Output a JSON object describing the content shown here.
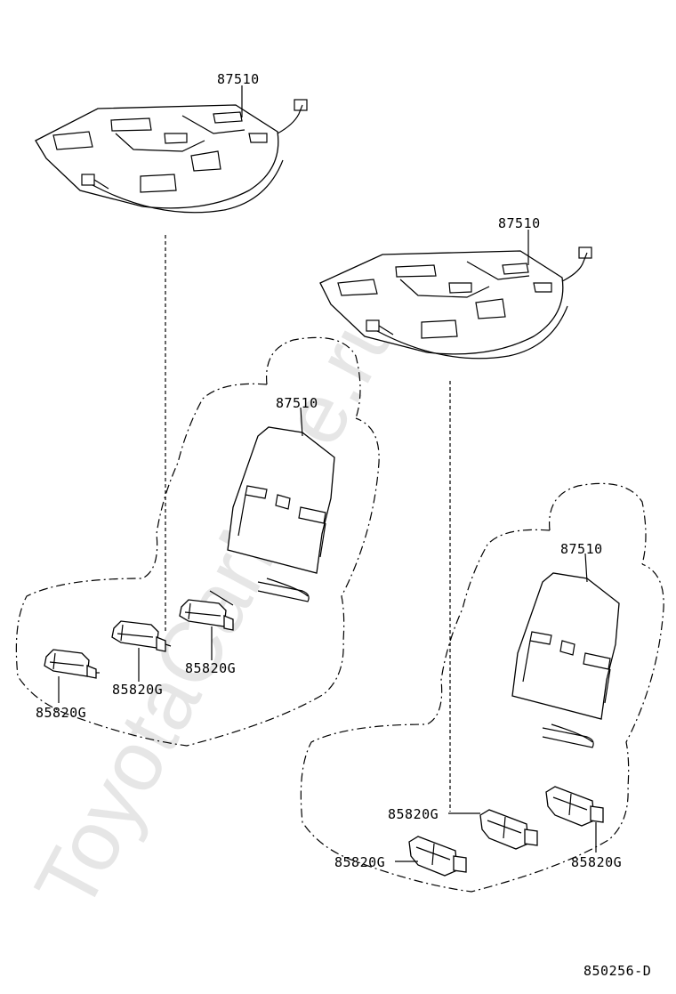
{
  "watermark": "ToyotaCarMine.ru",
  "parts": {
    "heater_upper_left": "87510",
    "heater_upper_right": "87510",
    "heater_back_left": "87510",
    "heater_back_right": "87510",
    "switch_left_1": "85820G",
    "switch_left_2": "85820G",
    "switch_left_3": "85820G",
    "switch_right_1": "85820G",
    "switch_right_2": "85820G",
    "switch_right_3": "85820G"
  },
  "diagram_id": "850256-D"
}
